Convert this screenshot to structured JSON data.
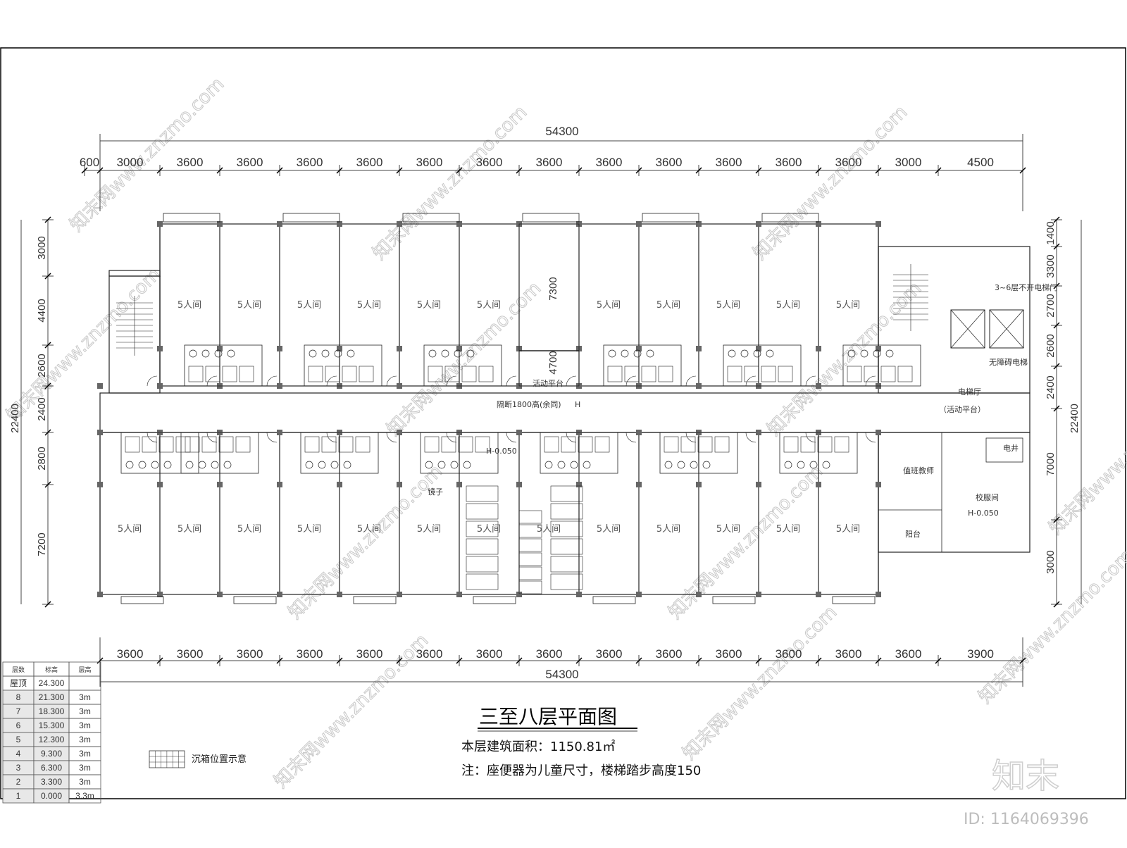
{
  "dimensions": {
    "overall_top": "54300",
    "overall_bottom": "54300",
    "top_segments": [
      "600",
      "3000",
      "3600",
      "3600",
      "3600",
      "3600",
      "3600",
      "3600",
      "3600",
      "3600",
      "3600",
      "3600",
      "3600",
      "3600",
      "3000",
      "4500"
    ],
    "bottom_segments": [
      "3600",
      "3600",
      "3600",
      "3600",
      "3600",
      "3600",
      "3600",
      "3600",
      "3600",
      "3600",
      "3600",
      "3600",
      "3600",
      "3600",
      "3900"
    ],
    "left_total": "22400",
    "left_segments": [
      "3000",
      "4400",
      "2600",
      "2400",
      "2800",
      "7200"
    ],
    "right_total": "22400",
    "right_segments": [
      "1400",
      "3300",
      "2700",
      "2600",
      "2400",
      "7000",
      "3000"
    ],
    "inner_7300": "7300",
    "inner_4700": "4700"
  },
  "rooms": {
    "room_label": "5人间",
    "activity_platform": "活动平台",
    "partition_note": "隔断1800高(余同)",
    "mirror": "镜子",
    "elevation_h": "H",
    "elevation_mark": "H-0.050",
    "elevator_note": "3~6层不开电梯门",
    "accessible_elevator": "无障碍电梯",
    "elevator_hall": "电梯厅",
    "elevator_hall_sub": "（活动平台）",
    "duty_teacher": "值班教师",
    "uniform_room": "校服间",
    "uniform_room_mark": "H-0.050",
    "balcony": "阳台",
    "electric_shaft": "电井"
  },
  "table": {
    "headers": [
      "层数",
      "标高",
      "层高"
    ],
    "rows": [
      [
        "屋顶",
        "24.300",
        ""
      ],
      [
        "8",
        "21.300",
        "3m"
      ],
      [
        "7",
        "18.300",
        "3m"
      ],
      [
        "6",
        "15.300",
        "3m"
      ],
      [
        "5",
        "12.300",
        "3m"
      ],
      [
        "4",
        "9.300",
        "3m"
      ],
      [
        "3",
        "6.300",
        "3m"
      ],
      [
        "2",
        "3.300",
        "3m"
      ],
      [
        "1",
        "0.000",
        "3.3m"
      ]
    ]
  },
  "legend": {
    "label": "沉箱位置示意"
  },
  "title": "三至八层平面图",
  "area_label": "本层建筑面积：1150.81㎡",
  "note": "注：座便器为儿童尺寸，楼梯踏步高度150",
  "watermark": {
    "text": "知末网www.znzmo.com",
    "logo": "知末",
    "id": "ID: 1164069396"
  }
}
